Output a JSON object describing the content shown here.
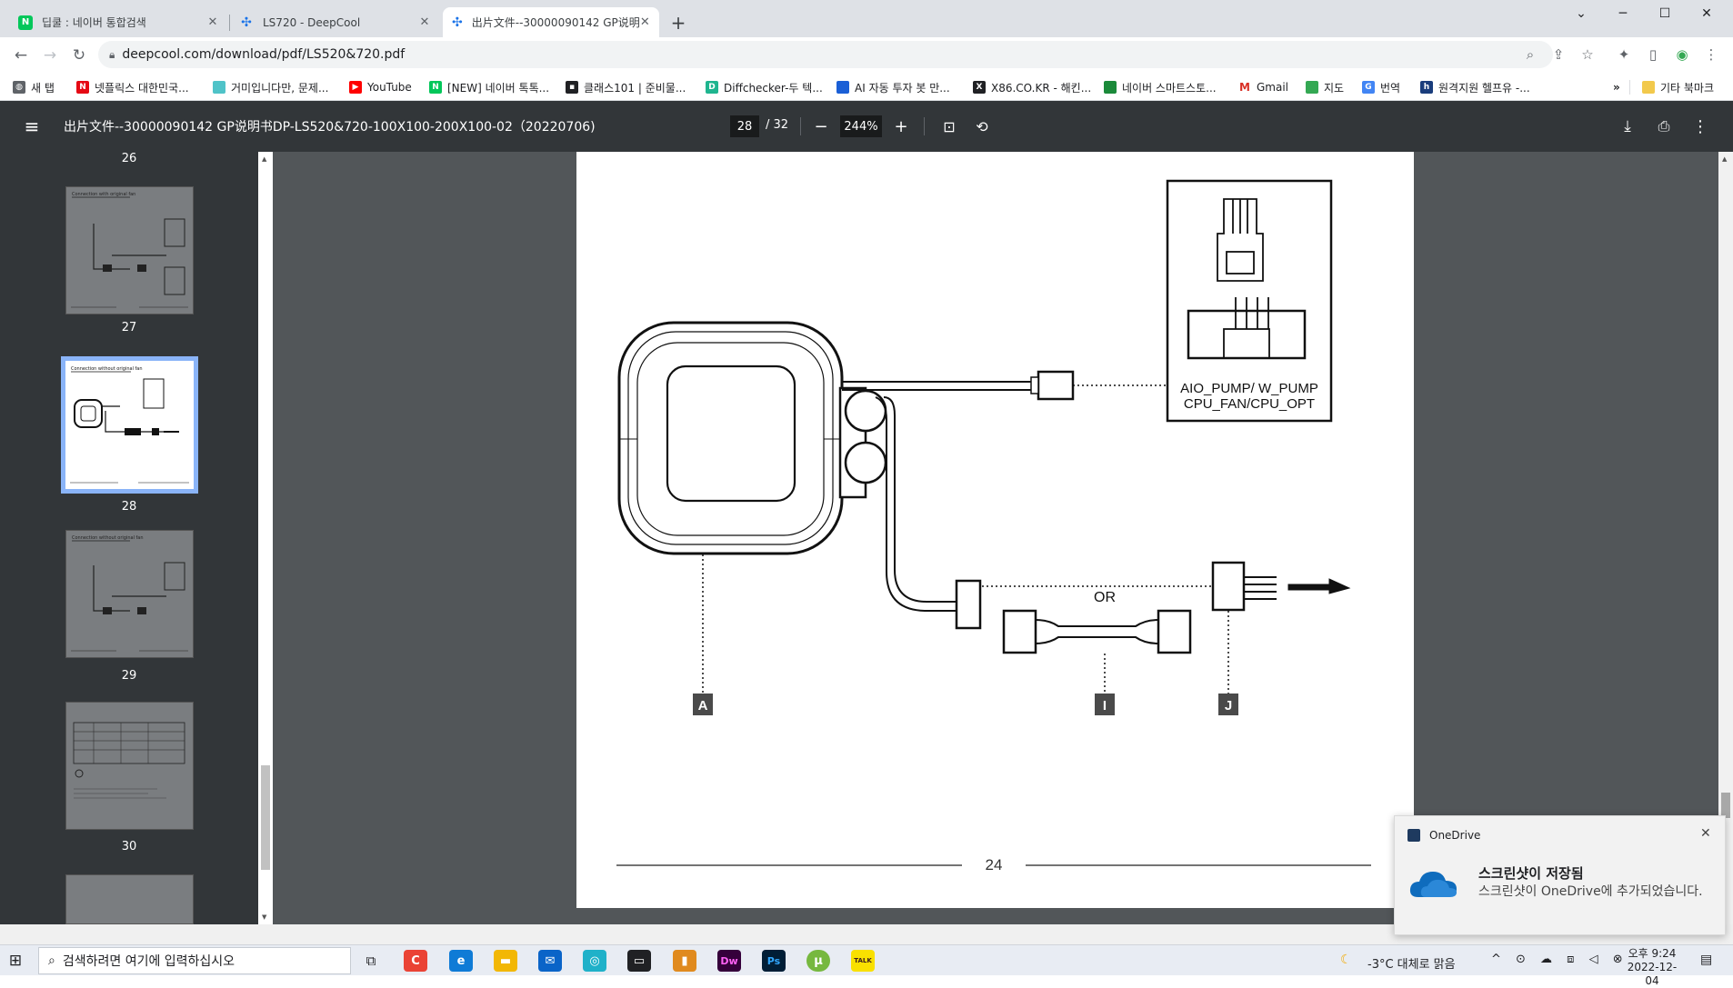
{
  "tabs": [
    {
      "title": "딥쿨 : 네이버 통합검색",
      "icon": "naver-icon"
    },
    {
      "title": "LS720 - DeepCool",
      "icon": "deepcool-icon"
    },
    {
      "title": "出片文件--30000090142 GP说明",
      "icon": "deepcool-icon"
    }
  ],
  "new_tab_glyph": "+",
  "window_controls": {
    "dropdown": "⌄",
    "minimize": "─",
    "maximize": "☐",
    "close": "✕"
  },
  "address": {
    "url": "deepcool.com/download/pdf/LS520&720.pdf"
  },
  "bookmarks": [
    {
      "label": "새 탭",
      "color": "#5f6368"
    },
    {
      "label": "넷플릭스 대한민국...",
      "color": "#e50914"
    },
    {
      "label": "거미입니다만, 문제...",
      "color": "#4fc3c8"
    },
    {
      "label": "YouTube",
      "color": "#ff0000"
    },
    {
      "label": "[NEW] 네이버 톡톡...",
      "color": "#03c75a"
    },
    {
      "label": "클래스101 | 준비물...",
      "color": "#202124"
    },
    {
      "label": "Diffchecker-두 텍...",
      "color": "#1fb58f"
    },
    {
      "label": "AI 자동 투자 봇 만...",
      "color": "#1a5fd6"
    },
    {
      "label": "X86.CO.KR - 해킨...",
      "color": "#202124"
    },
    {
      "label": "네이버 스마트스토...",
      "color": "#1b8a3a"
    },
    {
      "label": "Gmail",
      "color": "#d93025"
    },
    {
      "label": "지도",
      "color": "#34a853"
    },
    {
      "label": "번역",
      "color": "#4285f4"
    },
    {
      "label": "원격지원 헬프유 -...",
      "color": "#1a3d7c"
    }
  ],
  "bookmarks_more": "»",
  "other_bookmarks": "기타 북마크",
  "pdf": {
    "title": "出片文件--30000090142 GP说明书DP-LS520&720-100X100-200X100-02（20220706)",
    "current_page": "28",
    "total_pages": "/ 32",
    "zoom": "244%"
  },
  "thumbnails": [
    {
      "page": "26",
      "header": ""
    },
    {
      "page": "27",
      "header": "Connection with original fan"
    },
    {
      "page": "28",
      "header": "Connection without original fan",
      "selected": true
    },
    {
      "page": "29",
      "header": "Connection without original fan"
    },
    {
      "page": "30",
      "header": ""
    }
  ],
  "diagram": {
    "connector_label_1": "AIO_PUMP/ W_PUMP",
    "connector_label_2": "CPU_FAN/CPU_OPT",
    "or_label": "OR",
    "callout_a": "A",
    "callout_i": "I",
    "callout_j": "J",
    "page_number": "24"
  },
  "toast": {
    "app": "OneDrive",
    "title": "스크린샷이 저장됨",
    "body": "스크린샷이 OneDrive에 추가되었습니다."
  },
  "taskbar": {
    "search_placeholder": "검색하려면 여기에 입력하십시오",
    "weather": "-3°C 대체로 맑음",
    "time": "오후 9:24",
    "date": "2022-12-04",
    "apps": [
      {
        "name": "chrome",
        "label": "C",
        "color": "#ea4335"
      },
      {
        "name": "edge",
        "label": "e",
        "color": "#0f7bd6"
      },
      {
        "name": "explorer",
        "label": "▬",
        "color": "#f2b705"
      },
      {
        "name": "mail",
        "label": "✉",
        "color": "#0a64c8"
      },
      {
        "name": "app5",
        "label": "◎",
        "color": "#1fb1c9"
      },
      {
        "name": "app6",
        "label": "▭",
        "color": "#202124"
      },
      {
        "name": "app7",
        "label": "▮",
        "color": "#e08a1e"
      },
      {
        "name": "dreamweaver",
        "label": "Dw",
        "color": "#35003b"
      },
      {
        "name": "photoshop",
        "label": "Ps",
        "color": "#001e36"
      },
      {
        "name": "utorrent",
        "label": "µ",
        "color": "#76b83f"
      },
      {
        "name": "kakaotalk",
        "label": "TALK",
        "color": "#f9e000"
      }
    ]
  }
}
